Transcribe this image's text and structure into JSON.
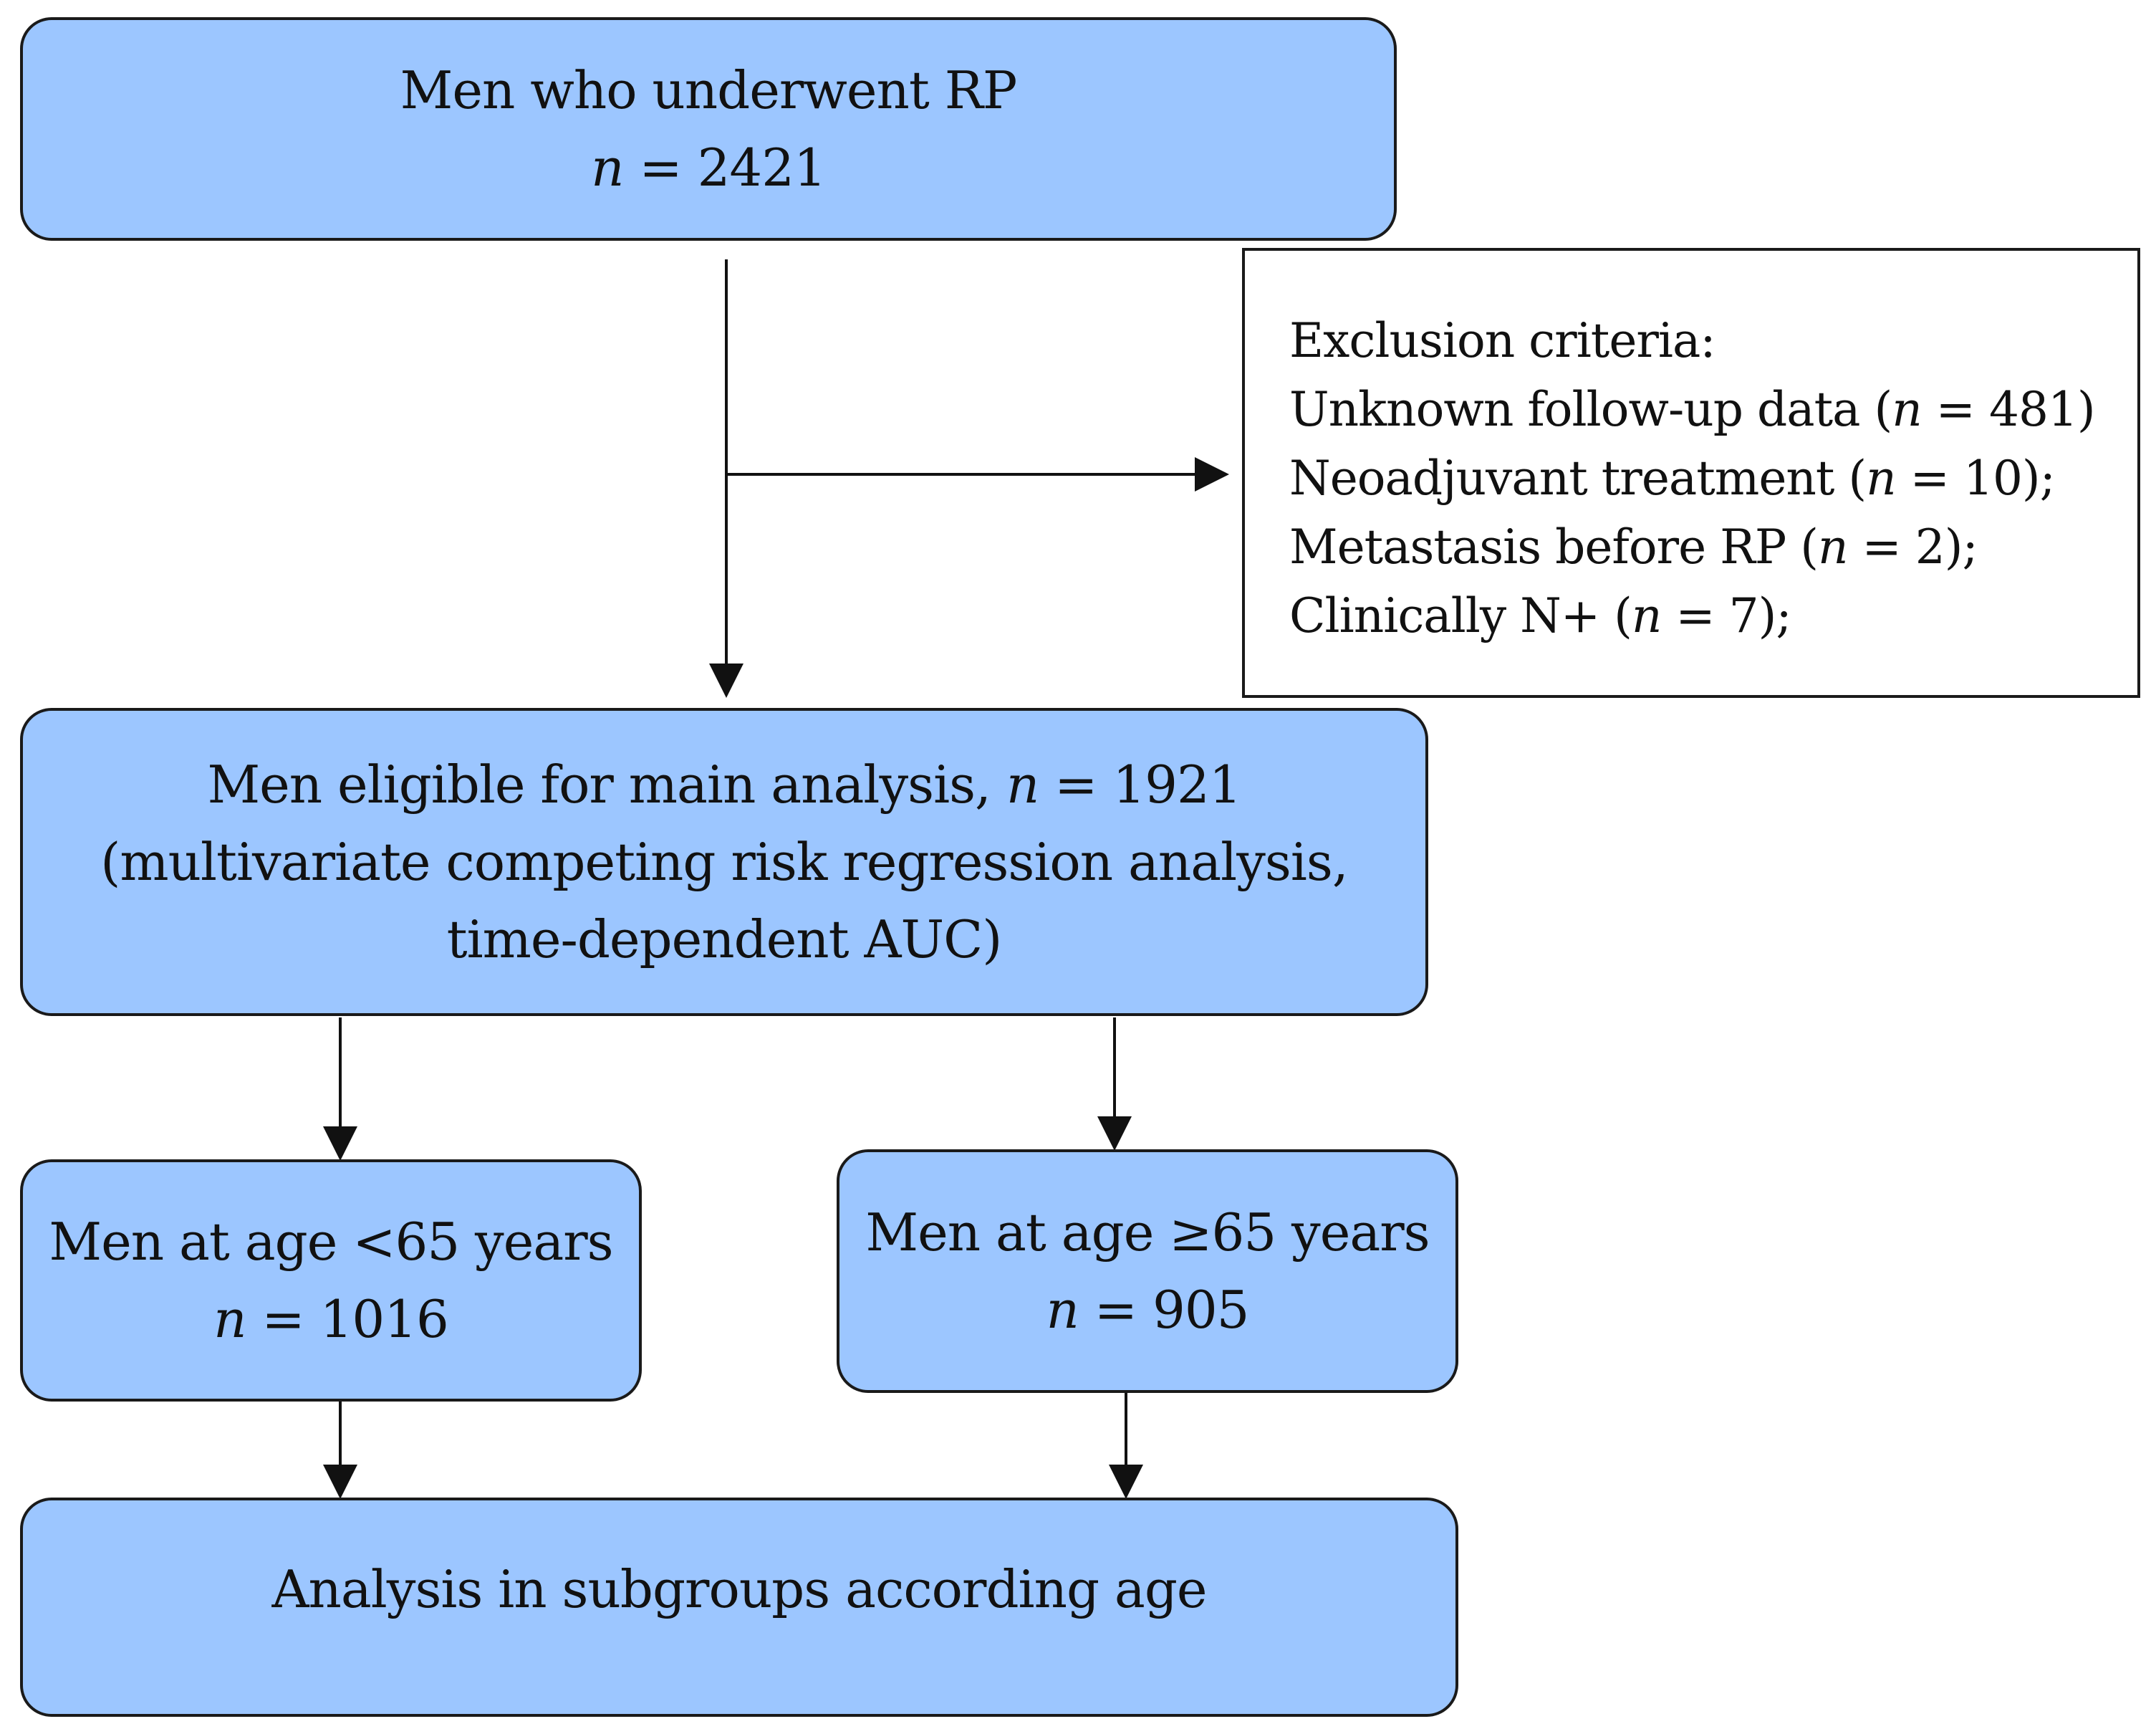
{
  "boxes": {
    "rp": {
      "line1": "Men who underwent RP",
      "n_label": "n",
      "n_value": " = 2421"
    },
    "eligible": {
      "line1_prefix": "Men eligible for main analysis, ",
      "n_label": "n",
      "n_value": " = 1921",
      "line2": "(multivariate competing risk regression analysis,",
      "line3": "time-dependent AUC)"
    },
    "under65": {
      "line1": "Men at age <65 years",
      "n_label": "n",
      "n_value": " = 1016"
    },
    "over65": {
      "line1": "Men at age ≥65 years",
      "n_label": "n",
      "n_value": " = 905"
    },
    "final": {
      "line1": "Analysis in subgroups according age"
    }
  },
  "exclusion": {
    "title": "Exclusion criteria:",
    "items": [
      {
        "text": "Unknown follow-up data (",
        "n_label": "n",
        "value": " = 481)"
      },
      {
        "text": "Neoadjuvant treatment (",
        "n_label": "n",
        "value": " = 10);"
      },
      {
        "text": "Metastasis before RP (",
        "n_label": "n",
        "value": " = 2);"
      },
      {
        "text": "Clinically N+ (",
        "n_label": "n",
        "value": " = 7);"
      }
    ]
  },
  "colors": {
    "box_fill": "#9cc6ff",
    "stroke": "#1a1a1a",
    "background": "#ffffff"
  }
}
